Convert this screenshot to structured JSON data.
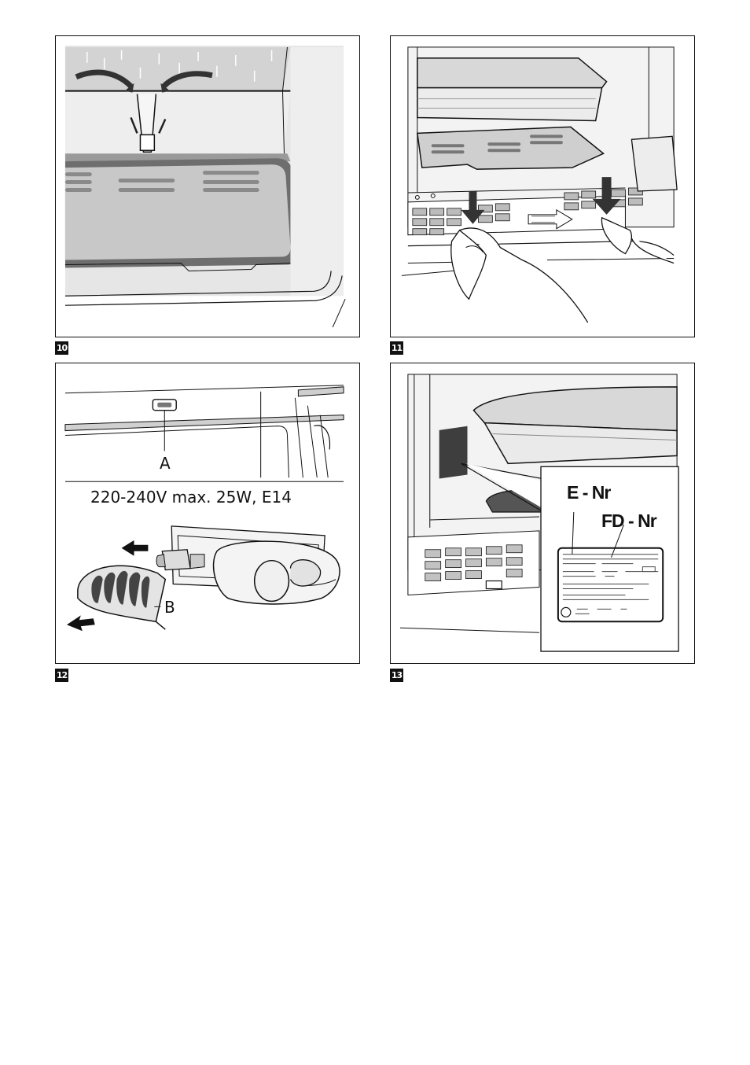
{
  "figures": [
    {
      "number": "10"
    },
    {
      "number": "11"
    },
    {
      "number": "12",
      "spec": "220-240V max. 25W, E14",
      "callout_a": "A",
      "callout_b": "B"
    },
    {
      "number": "13",
      "label_e": "E - Nr",
      "label_fd": "FD - Nr"
    }
  ],
  "colors": {
    "line": "#111111",
    "shade_light": "#e6e6e6",
    "shade_mid": "#c8c8c8",
    "shade_dark": "#6e6e6e"
  }
}
